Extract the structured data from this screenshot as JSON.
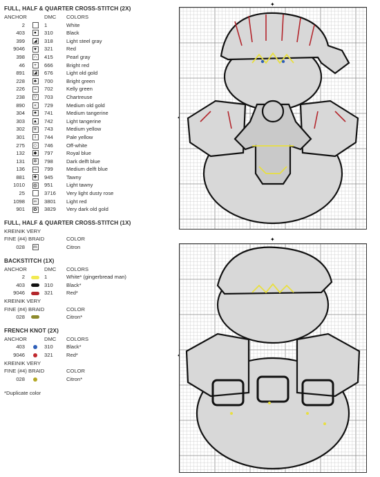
{
  "sec1": {
    "title": "FULL, HALF & QUARTER CROSS-STITCH (2X)",
    "headers": [
      "ANCHOR",
      "DMC",
      "COLORS"
    ],
    "rows": [
      {
        "anchor": "2",
        "sym": "",
        "dmc": "1",
        "color": "White"
      },
      {
        "anchor": "403",
        "sym": "●",
        "dmc": "310",
        "color": "Black"
      },
      {
        "anchor": "399",
        "sym": "◢",
        "dmc": "318",
        "color": "Light steel gray"
      },
      {
        "anchor": "9046",
        "sym": "♥",
        "dmc": "321",
        "color": "Red"
      },
      {
        "anchor": "398",
        "sym": "∩",
        "dmc": "415",
        "color": "Pearl gray"
      },
      {
        "anchor": "46",
        "sym": "+",
        "dmc": "666",
        "color": "Bright red"
      },
      {
        "anchor": "891",
        "sym": "◪",
        "dmc": "676",
        "color": "Light old gold"
      },
      {
        "anchor": "228",
        "sym": "♣",
        "dmc": "700",
        "color": "Bright green"
      },
      {
        "anchor": "226",
        "sym": "≈",
        "dmc": "702",
        "color": "Kelly green"
      },
      {
        "anchor": "238",
        "sym": "▽",
        "dmc": "703",
        "color": "Chartreuse"
      },
      {
        "anchor": "890",
        "sym": "«",
        "dmc": "729",
        "color": "Medium old gold"
      },
      {
        "anchor": "304",
        "sym": "★",
        "dmc": "741",
        "color": "Medium tangerine"
      },
      {
        "anchor": "303",
        "sym": "▲",
        "dmc": "742",
        "color": "Light tangerine"
      },
      {
        "anchor": "302",
        "sym": "✳",
        "dmc": "743",
        "color": "Medium yellow"
      },
      {
        "anchor": "301",
        "sym": "I",
        "dmc": "744",
        "color": "Pale yellow"
      },
      {
        "anchor": "275",
        "sym": "◇",
        "dmc": "746",
        "color": "Off-white"
      },
      {
        "anchor": "132",
        "sym": "◆",
        "dmc": "797",
        "color": "Royal blue"
      },
      {
        "anchor": "131",
        "sym": "✲",
        "dmc": "798",
        "color": "Dark delft blue"
      },
      {
        "anchor": "136",
        "sym": "⇨",
        "dmc": "799",
        "color": "Medium delft blue"
      },
      {
        "anchor": "881",
        "sym": "✚",
        "dmc": "945",
        "color": "Tawny"
      },
      {
        "anchor": "1010",
        "sym": "◍",
        "dmc": "951",
        "color": "Light tawny"
      },
      {
        "anchor": "25",
        "sym": "",
        "dmc": "3716",
        "color": "Very light dusty rose"
      },
      {
        "anchor": "1098",
        "sym": "∞",
        "dmc": "3801",
        "color": "Light red"
      },
      {
        "anchor": "901",
        "sym": "✿",
        "dmc": "3829",
        "color": "Very dark old gold"
      }
    ]
  },
  "sec2": {
    "title": "FULL, HALF & QUARTER CROSS-STITCH (1X)",
    "line1": "KREINIK VERY",
    "header_left": "FINE (#4) BRAID",
    "header_right": "COLOR",
    "row": {
      "code": "028",
      "sym": "m",
      "color": "Citron"
    }
  },
  "sec3": {
    "title": "BACKSTITCH (1X)",
    "headers": [
      "ANCHOR",
      "DMC",
      "COLORS"
    ],
    "rows": [
      {
        "anchor": "2",
        "dmc": "1",
        "color": "White* (gingerbread man)",
        "swatch": "#f2ea52"
      },
      {
        "anchor": "403",
        "dmc": "310",
        "color": "Black*",
        "swatch": "#111111"
      },
      {
        "anchor": "9046",
        "dmc": "321",
        "color": "Red*",
        "swatch": "#b3262c"
      }
    ],
    "kreinik_line1": "KREINIK VERY",
    "kreinik_header_left": "FINE (#4) BRAID",
    "kreinik_header_right": "COLOR",
    "kreinik_row": {
      "code": "028",
      "color": "Citron*",
      "swatch": "#8d8a2c"
    }
  },
  "sec4": {
    "title": "FRENCH KNOT (2X)",
    "headers": [
      "ANCHOR",
      "DMC",
      "COLORS"
    ],
    "rows": [
      {
        "anchor": "403",
        "dmc": "310",
        "color": "Black*",
        "swatch": "#2f5fb8"
      },
      {
        "anchor": "9046",
        "dmc": "321",
        "color": "Red*",
        "swatch": "#c0282e"
      }
    ],
    "kreinik_line1": "KREINIK VERY",
    "kreinik_header_left": "FINE (#4) BRAID",
    "kreinik_header_right": "COLOR",
    "kreinik_row": {
      "code": "028",
      "color": "Citron*",
      "swatch": "#b4a826"
    }
  },
  "footnote": "*Duplicate color",
  "colors": {
    "grid": "#c9c9c9",
    "grid_bold": "#8a8a8a",
    "fill": "#d8d8d8",
    "outline": "#111111",
    "red": "#b3262c",
    "yellow": "#e8df40"
  }
}
